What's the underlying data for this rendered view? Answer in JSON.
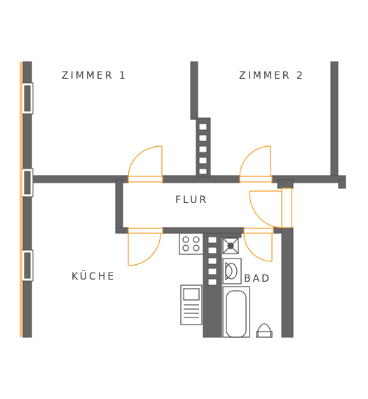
{
  "rooms": {
    "zimmer1": "ZIMMER 1",
    "zimmer2": "ZIMMER 2",
    "flur": "FLUR",
    "kueche": "KÜCHE",
    "bad": "BAD"
  },
  "colors": {
    "wall": "#666666",
    "wall_edge": "#4d4d4d",
    "door": "#f59a1c",
    "fixture": "#555555",
    "background": "#ffffff"
  }
}
